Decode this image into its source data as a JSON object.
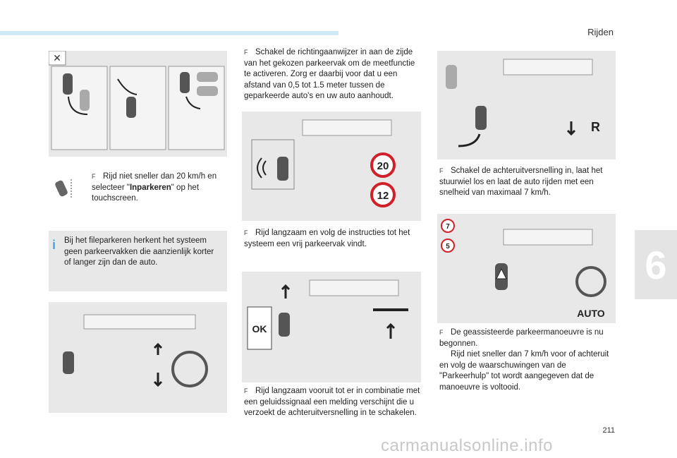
{
  "header": {
    "section": "Rijden"
  },
  "chapter": "6",
  "page_number": "211",
  "watermark": "carmanualsonline.info",
  "col1": {
    "para1_prefix": "Rijd niet sneller dan 20 km/h en selecteer \"",
    "para1_bold": "Inparkeren",
    "para1_suffix": "\" op het touchscreen.",
    "info": "Bij het fileparkeren herkent het systeem geen parkeervakken die aanzienlijk korter of langer zijn dan de auto."
  },
  "col2": {
    "para1": "Schakel de richtingaanwijzer in aan de zijde van het gekozen parkeervak om de meetfunctie te activeren. Zorg er daarbij voor dat u een afstand van 0,5 tot 1.5 meter tussen de geparkeerde auto's en uw auto aanhoudt.",
    "speed_top": "20",
    "speed_bottom": "12",
    "para2": "Rijd langzaam en volg de instructies tot het systeem een vrij parkeervak vindt.",
    "ok_label": "OK",
    "para3": "Rijd langzaam vooruit tot er in combinatie met een geluidssignaal een melding verschijnt die u verzoekt de achteruitversnelling in te schakelen."
  },
  "col3": {
    "reverse_label": "R",
    "para1": "Schakel de achteruitversnelling in, laat het stuurwiel los en laat de auto rijden met een snelheid van maximaal 7 km/h.",
    "speed_top": "7",
    "speed_bottom": "5",
    "auto_label": "AUTO",
    "para2": "De geassisteerde parkeermanoeuvre is nu begonnen.",
    "para3": "Rijd niet sneller dan 7 km/h voor of achteruit en volg de waarschuwingen van de \"Parkeerhulp\" tot wordt aangegeven dat de manoeuvre is voltooid."
  },
  "bullet_glyph": "F",
  "colors": {
    "accent": "#42a8e0",
    "panel": "#e8e8e8",
    "speed_red": "#d0202a"
  }
}
